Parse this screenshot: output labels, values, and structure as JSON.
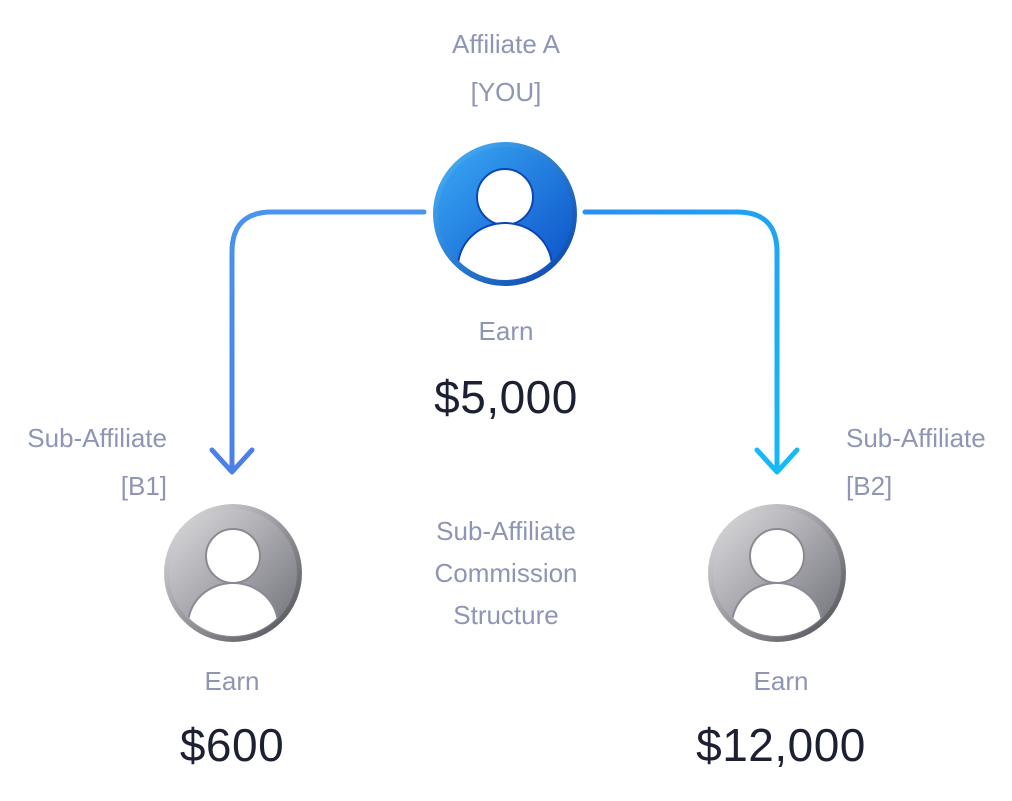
{
  "diagram": {
    "top_node": {
      "name": "Affiliate A",
      "role": "[YOU]",
      "earn_label": "Earn",
      "amount": "$5,000",
      "avatar_style": "blue"
    },
    "left_node": {
      "name": "Sub-Affiliate",
      "role": "[B1]",
      "earn_label": "Earn",
      "amount": "$600",
      "avatar_style": "gray"
    },
    "right_node": {
      "name": "Sub-Affiliate",
      "role": "[B2]",
      "earn_label": "Earn",
      "amount": "$12,000",
      "avatar_style": "gray"
    },
    "caption": {
      "line1": "Sub-Affiliate",
      "line2": "Commission",
      "line3": "Structure"
    },
    "colors": {
      "arrow_left": "#4a86ec",
      "arrow_right": "#1db5f5",
      "avatar_blue_light": "#3aa9f5",
      "avatar_blue_dark": "#0b4fc7",
      "avatar_gray_light": "#d9d9dc",
      "avatar_gray_dark": "#6f7078",
      "label_text": "#8f95b4",
      "amount_text": "#1d2033"
    }
  }
}
